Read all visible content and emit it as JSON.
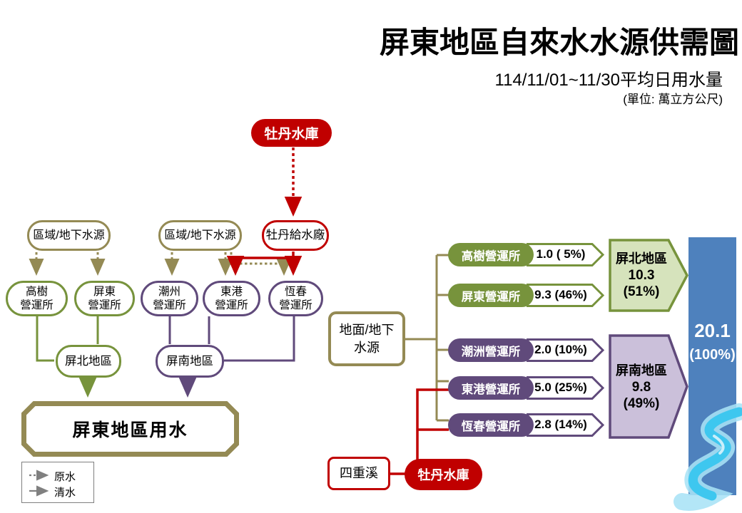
{
  "header": {
    "title": "屏東地區自來水水源供需圖",
    "subtitle": "114/11/01~11/30平均日用水量",
    "unit": "(單位: 萬立方公尺)"
  },
  "colors": {
    "red": "#C00000",
    "olive": "#948A54",
    "green": "#77933C",
    "purple": "#604A7B",
    "blue_bar": "#4E81BD",
    "light_green": "#D6E3BC",
    "light_purple": "#CBC0DA",
    "river": "#3EC7EF",
    "legend_gray": "#808080"
  },
  "left_flow": {
    "mudan_reservoir": "牡丹水庫",
    "regional_source_1": "區域/地下水源",
    "regional_source_2": "區域/地下水源",
    "mudan_plant": "牡丹給水廠",
    "offices": [
      {
        "line1": "高樹",
        "line2": "營運所"
      },
      {
        "line1": "屏東",
        "line2": "營運所"
      },
      {
        "line1": "潮州",
        "line2": "營運所"
      },
      {
        "line1": "東港",
        "line2": "營運所"
      },
      {
        "line1": "恆春",
        "line2": "營運所"
      }
    ],
    "pingbei_region": "屏北地區",
    "pingnan_region": "屏南地區",
    "usage_box": "屏東地區用水",
    "legend": {
      "raw": "原水",
      "clean": "清水"
    }
  },
  "right_flow": {
    "source_line1": "地面/地下",
    "source_line2": "水源",
    "rows": [
      {
        "name": "高樹營運所",
        "value": "1.0 ( 5%)"
      },
      {
        "name": "屏東營運所",
        "value": "9.3 (46%)"
      },
      {
        "name": "潮洲營運所",
        "value": "2.0 (10%)"
      },
      {
        "name": "東港營運所",
        "value": "5.0 (25%)"
      },
      {
        "name": "恆春營運所",
        "value": "2.8 (14%)"
      }
    ],
    "north": {
      "label": "屏北地區",
      "value": "10.3",
      "pct": "(51%)"
    },
    "south": {
      "label": "屏南地區",
      "value": "9.8",
      "pct": "(49%)"
    },
    "total": {
      "value": "20.1",
      "pct": "(100%)"
    },
    "sichongxi": "四重溪",
    "mudan_reservoir": "牡丹水庫"
  }
}
